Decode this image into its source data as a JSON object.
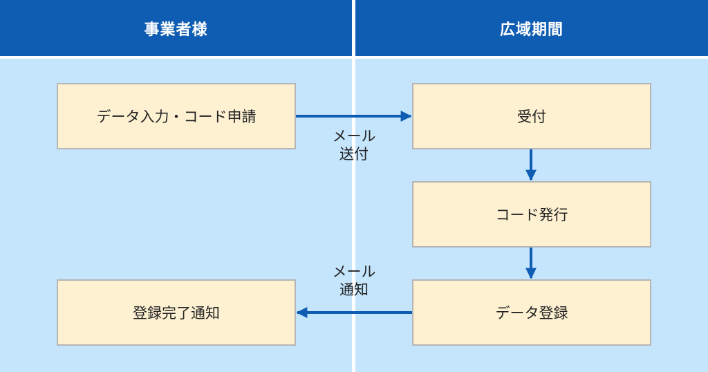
{
  "lanes": {
    "left": "事業者様",
    "right": "広域期間"
  },
  "nodes": {
    "data_input": "データ入力・コード申請",
    "receipt": "受付",
    "code_issue": "コード発行",
    "data_register": "データ登録",
    "registration_complete": "登録完了通知"
  },
  "edges": {
    "mail_send": {
      "line1": "メール",
      "line2": "送付"
    },
    "mail_notify": {
      "line1": "メール",
      "line2": "通知"
    }
  },
  "colors": {
    "header": "#0f5db2",
    "lane": "#c5e5fd",
    "node_fill": "#fef1d2",
    "node_border": "#b5b5b5",
    "arrow": "#0f5db2"
  }
}
